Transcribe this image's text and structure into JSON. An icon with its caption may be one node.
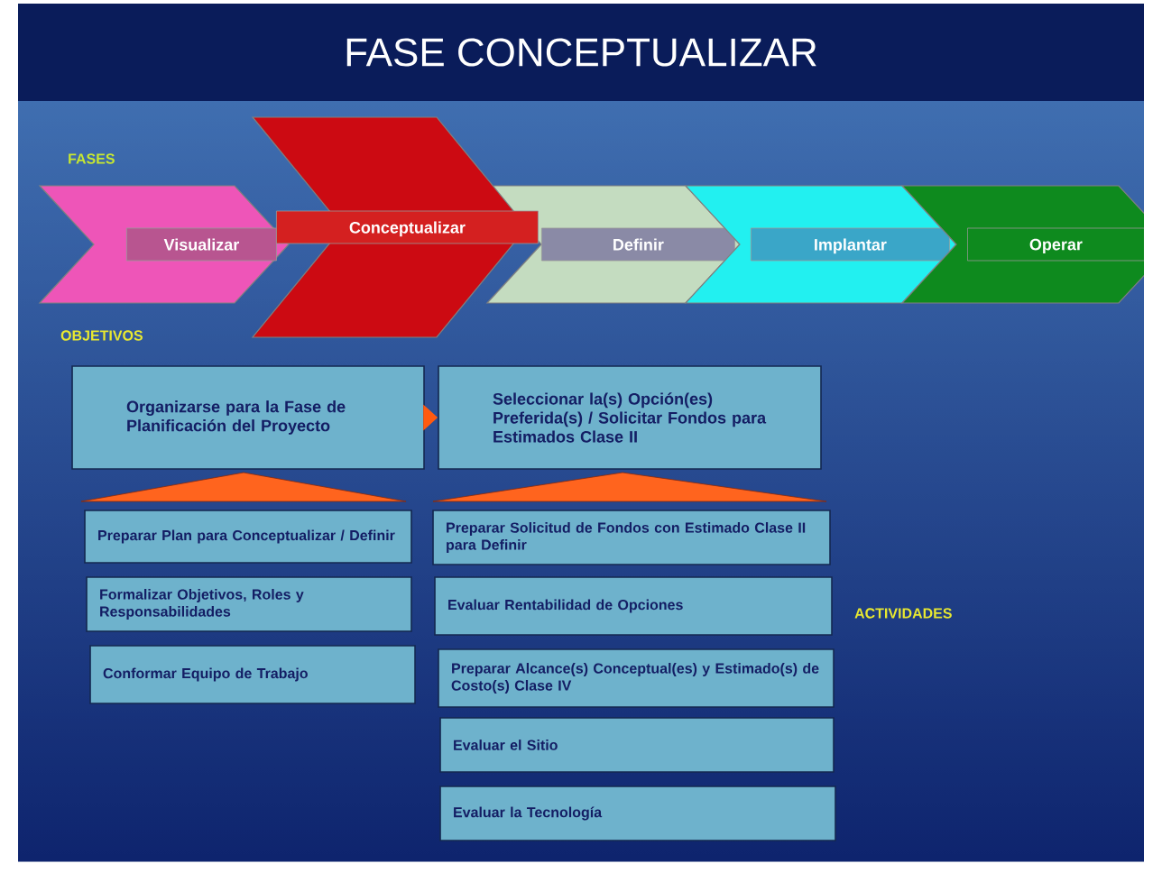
{
  "diagram": {
    "title": "FASE CONCEPTUALIZAR",
    "nodes": [
      {
        "text": [
          "Visualizar"
        ]
      },
      {
        "text": [
          "Conceptualizar"
        ]
      },
      {
        "text": [
          "Definir"
        ]
      },
      {
        "text": [
          "Implantar"
        ]
      },
      {
        "text": [
          "Operar"
        ]
      },
      {
        "text": [
          "Organizarse para la Fase de Planificación del Proyecto"
        ]
      },
      {
        "text": [
          "Seleccionar la(s) Opción(es) Preferida(s) / Solicitar Fondos para Estimados Clase II"
        ]
      },
      {
        "text": [
          "Preparar Plan para Conceptualizar / Definir"
        ]
      },
      {
        "text": [
          "Formalizar Objetivos, Roles y Responsabilidades"
        ]
      },
      {
        "text": [
          "Conformar Equipo de Trabajo"
        ]
      },
      {
        "text": [
          "Preparar Solicitud de Fondos con Estimado Clase II para Definir"
        ]
      },
      {
        "text": [
          "Evaluar Rentabilidad de Opciones"
        ]
      },
      {
        "text": [
          "Preparar Alcance(s) Conceptual(es) y Estimado(s) de Costo(s) Clase IV"
        ]
      },
      {
        "text": [
          "Evaluar el Sitio"
        ]
      },
      {
        "text": [
          "Evaluar la Tecnología"
        ]
      },
      {
        "text": [],
        "shape": "triangle"
      },
      {
        "text": [],
        "shape": "triangle"
      }
    ],
    "edges": [
      {
        "from": 5,
        "to": 6,
        "arrow": "to"
      }
    ],
    "labels": [
      "FASES",
      "OBJETIVOS",
      "ACTIVIDADES"
    ]
  }
}
